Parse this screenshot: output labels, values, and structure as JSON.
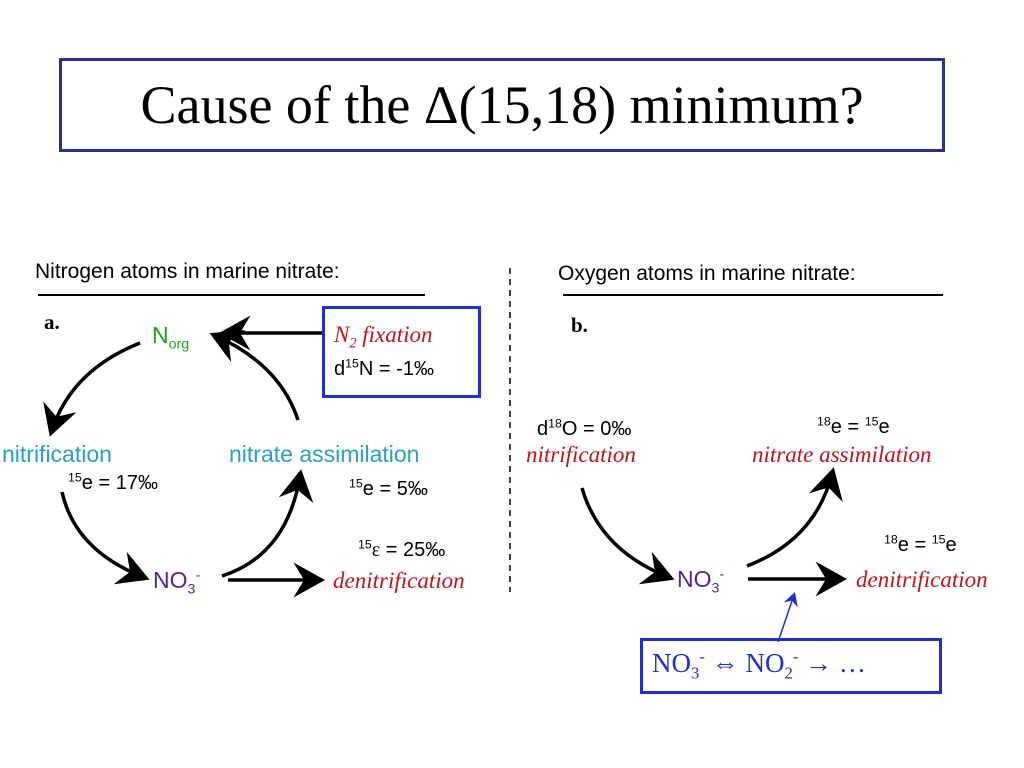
{
  "title": "Cause of the Δ(15,18) minimum?",
  "colors": {
    "title_border": "#2b2f8f",
    "box_border": "#1f2fcf",
    "process_red": "#c0141c",
    "process_cyan": "#2a9fc4",
    "norg_green": "#1ea01e",
    "nitrate_purple": "#5b1f8f"
  },
  "panel_a": {
    "heading": "Nitrogen atoms in marine nitrate:",
    "label": "a.",
    "norg": {
      "main": "N",
      "sub": "org"
    },
    "n2_fixation": {
      "main": "N",
      "sub": "2",
      "rest": " fixation"
    },
    "d15n": {
      "prefix": "d",
      "sup": "15",
      "rest": "N = -1‰"
    },
    "nitrification": "nitrification",
    "nitrification_e": {
      "sup": "15",
      "rest": "e = 17‰"
    },
    "nitrate_assimilation": "nitrate assimilation",
    "assimilation_e": {
      "sup": "15",
      "rest": "e = 5‰"
    },
    "no3": {
      "main": "NO",
      "sub": "3",
      "sup": "-"
    },
    "denitrification_e": {
      "sup": "15",
      "symbol": "ε",
      "rest": " = 25‰"
    },
    "denitrification": "denitrification"
  },
  "panel_b": {
    "heading": "Oxygen atoms in marine nitrate:",
    "label": "b.",
    "d18o": {
      "prefix": "d",
      "sup": "18",
      "rest": "O = 0‰"
    },
    "nitrification": "nitrification",
    "assim_e": {
      "sup1": "18",
      "mid": "e = ",
      "sup2": "15",
      "end": "e"
    },
    "nitrate_assimilation": "nitrate assimilation",
    "no3": {
      "main": "NO",
      "sub": "3",
      "sup": "-"
    },
    "denit_e": {
      "sup1": "18",
      "mid": "e = ",
      "sup2": "15",
      "end": "e"
    },
    "denitrification": "denitrification",
    "equation": {
      "no3": "NO",
      "no3_sub": "3",
      "no3_sup": "-",
      "arrow": " ⇔ ",
      "no2": "NO",
      "no2_sub": "2",
      "no2_sup": "-",
      "tail": " → …"
    }
  }
}
